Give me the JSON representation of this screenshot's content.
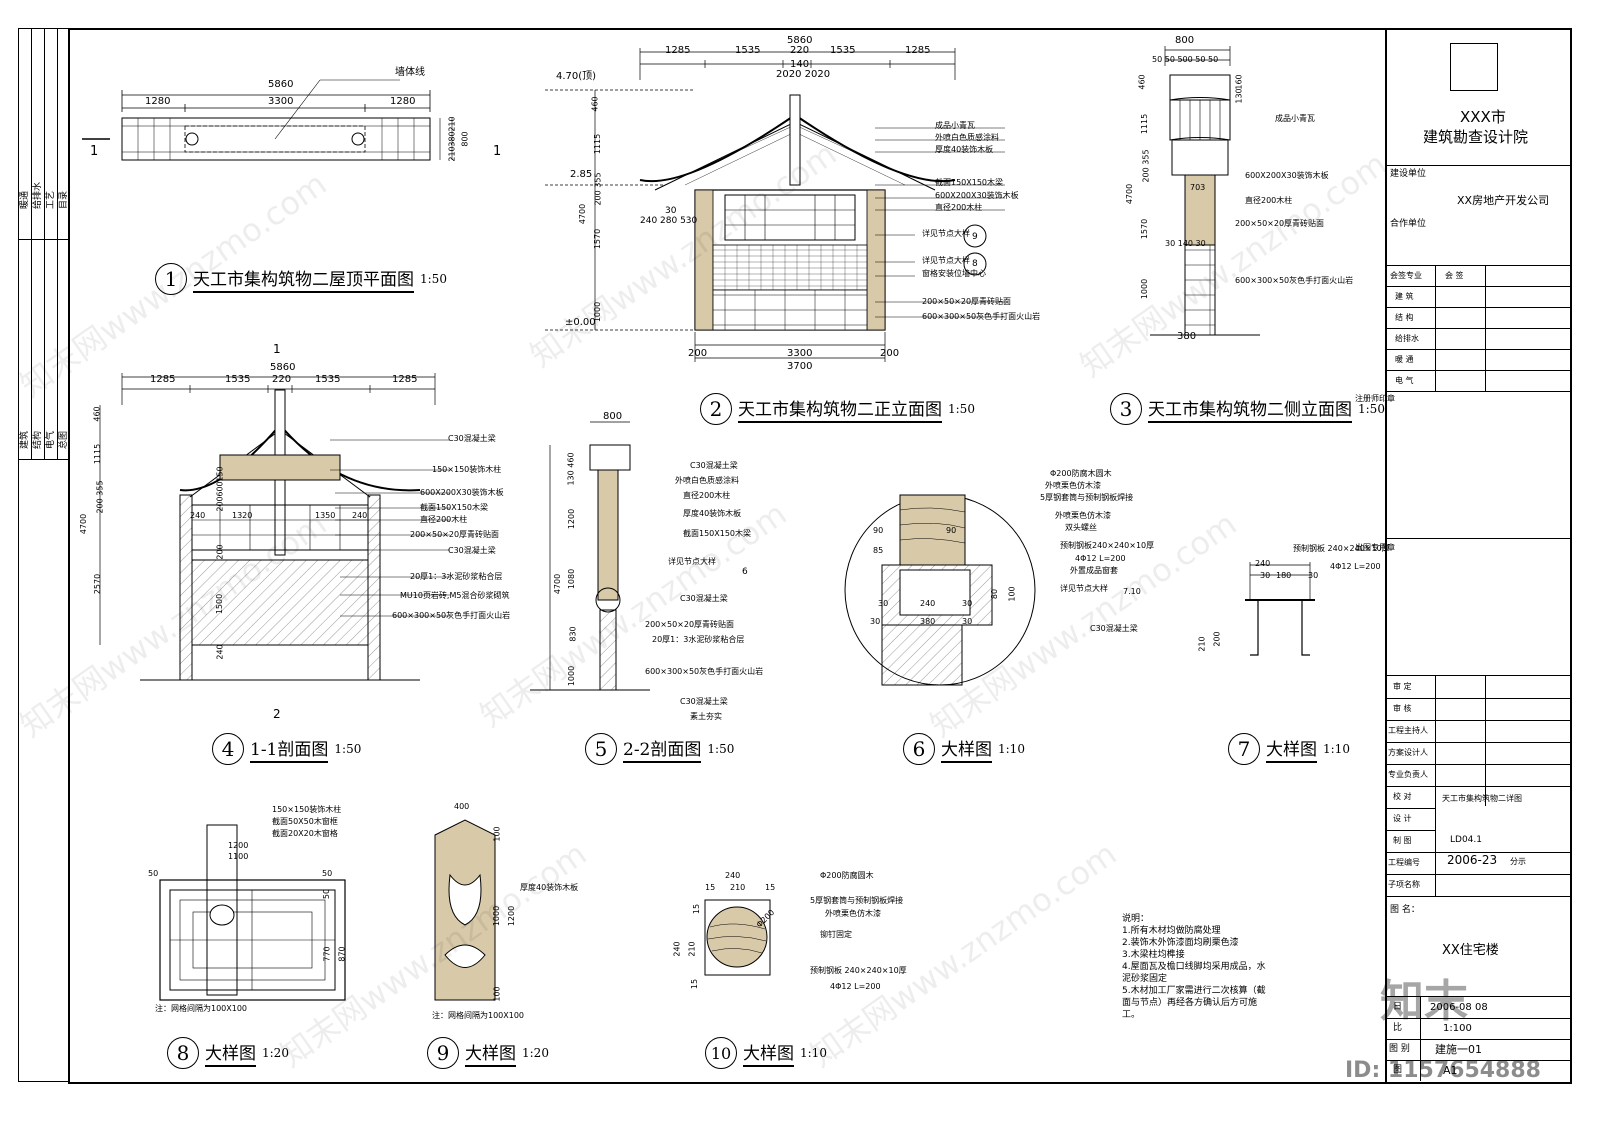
{
  "left_strip": {
    "top_labels": [
      "暖通",
      "给排水",
      "工艺",
      "目录"
    ],
    "bottom_labels": [
      "建筑",
      "结构",
      "电气",
      "总图"
    ]
  },
  "views": [
    {
      "num": "1",
      "title": "天工市集构筑物二屋顶平面图",
      "scale": "1:50"
    },
    {
      "num": "2",
      "title": "天工市集构筑物二正立面图",
      "scale": "1:50"
    },
    {
      "num": "3",
      "title": "天工市集构筑物二侧立面图",
      "scale": "1:50"
    },
    {
      "num": "4",
      "title": "1-1剖面图",
      "scale": "1:50"
    },
    {
      "num": "5",
      "title": "2-2剖面图",
      "scale": "1:50"
    },
    {
      "num": "6",
      "title": "大样图",
      "scale": "1:10"
    },
    {
      "num": "7",
      "title": "大样图",
      "scale": "1:10"
    },
    {
      "num": "8",
      "title": "大样图",
      "scale": "1:20"
    },
    {
      "num": "9",
      "title": "大样图",
      "scale": "1:20"
    },
    {
      "num": "10",
      "title": "大样图",
      "scale": "1:10"
    }
  ],
  "plan": {
    "dims": {
      "total": "5860",
      "left": "1280",
      "mid": "3300",
      "right": "1280",
      "side1": "210",
      "side2": "380",
      "side3": "210",
      "side_total": "800"
    },
    "wall_label": "墙体线",
    "section_mark": "1"
  },
  "front": {
    "top_dims": {
      "total": "5860",
      "d1": "1285",
      "d2": "1535",
      "d3": "220",
      "d4": "1535",
      "d5": "1285",
      "d6": "140",
      "d7": "2020 2020"
    },
    "levels": {
      "top": "4.70(顶)",
      "eave": "2.85",
      "ground": "±0.00"
    },
    "left_dims": [
      "460",
      "1115",
      "200 355",
      "4700",
      "1570",
      "1000"
    ],
    "small_dims": "240 280  530",
    "small_dim2": "30",
    "bottom_dims": {
      "left": "200",
      "mid": "3300",
      "right": "200",
      "total": "3700"
    },
    "callouts": [
      "成品小青瓦",
      "外喷白色质感涂料",
      "厚度40装饰木板",
      "截面150X150木梁",
      "600X200X30装饰木板",
      "直径200木柱",
      "详见节点大样",
      "详见节点大样",
      "窗格安装位墙中心",
      "200×50×20厚青砖贴面",
      "600×300×50灰色手打面火山岩"
    ],
    "detail_refs": [
      "9",
      "8"
    ]
  },
  "side": {
    "top_dims": {
      "total": "800",
      "parts": "50 50  500  50 50"
    },
    "right_dims": [
      "160",
      "130"
    ],
    "left_dims": [
      "460",
      "1115",
      "200 355",
      "4700",
      "1570",
      "1000"
    ],
    "small": [
      "703",
      "30 140 30"
    ],
    "bottom_dim": "380",
    "callouts": [
      "成品小青瓦",
      "600X200X30装饰木板",
      "直径200木柱",
      "200×50×20厚青砖贴面",
      "600×300×50灰色手打面火山岩"
    ]
  },
  "sec11": {
    "top_dims": {
      "total": "5860",
      "d1": "1285",
      "d2": "1535",
      "d3": "220",
      "d4": "1535",
      "d5": "1285"
    },
    "left_dims": [
      "460",
      "1115",
      "200 355",
      "4700",
      "2570"
    ],
    "inner_dims": [
      "150",
      "600",
      "200",
      "240",
      "1320",
      "1350",
      "240",
      "1500",
      "200",
      "240"
    ],
    "callouts": [
      "C30混凝土梁",
      "150×150装饰木柱",
      "600X200X30装饰木板",
      "截面150X150木梁",
      "直径200木柱",
      "200×50×20厚青砖贴面",
      "C30混凝土梁",
      "20厚1：3水泥砂浆粘合层",
      "MU10页岩砖,M5混合砂浆砌筑",
      "600×300×50灰色手打面火山岩"
    ],
    "marks": [
      "1",
      "2"
    ]
  },
  "sec22": {
    "top_dim": "800",
    "left_dims": [
      "130 460",
      "1200",
      "4700",
      "1080",
      "830",
      "1000"
    ],
    "callouts": [
      "C30混凝土梁",
      "外喷白色质感涂料",
      "直径200木柱",
      "厚度40装饰木板",
      "截面150X150木梁",
      "详见节点大样",
      "C30混凝土梁",
      "200×50×20厚青砖贴面",
      "20厚1：3水泥砂浆粘合层",
      "600×300×50灰色手打面火山岩",
      "C30混凝土梁",
      "素土夯实"
    ],
    "detail_ref": "6"
  },
  "det6": {
    "dims": [
      "90",
      "90",
      "85",
      "30",
      "240",
      "30",
      "80",
      "100",
      "30",
      "380",
      "30"
    ],
    "callouts": [
      "Φ200防腐木圆木",
      "外喷栗色仿木漆",
      "5厚钢套筒与预制钢板焊接",
      "外喷栗色仿木漆",
      "双头螺丝",
      "预制钢板240×240×10厚",
      "4Φ12 L=200",
      "外置成品窗套",
      "详见节点大样",
      "C30混凝土梁"
    ],
    "detail_ref": "7.10"
  },
  "det7": {
    "dims": [
      "240",
      "30",
      "180",
      "30",
      "210",
      "200"
    ],
    "callouts": [
      "预制钢板 240×240×10厚",
      "4Φ12 L=200"
    ]
  },
  "det8": {
    "dims": [
      "1200",
      "1100",
      "50",
      "50",
      "50",
      "770",
      "870"
    ],
    "callouts": [
      "150×150装饰木柱",
      "截面50X50木窗框",
      "截面20X20木窗格"
    ],
    "note": "注：网格间隔为100X100"
  },
  "det9": {
    "dims": [
      "400",
      "100",
      "100",
      "1000",
      "1200"
    ],
    "callouts": [
      "厚度40装饰木板"
    ],
    "note": "注：网格间隔为100X100"
  },
  "det10": {
    "dims": [
      "240",
      "15",
      "210",
      "15",
      "15",
      "240",
      "210",
      "15"
    ],
    "callouts": [
      "Φ200防腐圆木",
      "5厚钢套筒与预制钢板焊接",
      "外喷栗色仿木漆",
      "铆钉固定",
      "预制钢板 240×240×10厚",
      "4Φ12 L=200"
    ],
    "inner": "Φ200"
  },
  "notes": {
    "head": "说明：",
    "items": [
      "1.所有木材均做防腐处理",
      "2.装饰木外饰漆面均刷栗色漆",
      "3.木梁柱均榫接",
      "4.屋面瓦及檐口线脚均采用成品，水泥砂浆固定",
      "5.木材加工厂家需进行二次核算（截面与节点）再经各方确认后方可施工。"
    ]
  },
  "title_block": {
    "org1": "XXX市",
    "org2": "建筑勘查设计院",
    "build_unit_label": "建设单位",
    "build_unit": "XX房地产开发公司",
    "coop_label": "合作单位",
    "sign_head": [
      "会签专业",
      "会  签"
    ],
    "disciplines": [
      "建    筑",
      "结    构",
      "给排水",
      "暖    通",
      "电    气"
    ],
    "reg_seal": "注册师印章",
    "out_seal": "出图专用章",
    "roles": [
      "审    定",
      "审    核",
      "工程主持人",
      "方案设计人",
      "专业负责人",
      "校    对",
      "设    计",
      "制    图",
      "工程编号",
      "子项名称"
    ],
    "drawing_title": "天工市集构筑物二详图",
    "code": "LD04.1",
    "project_no": "2006-23",
    "fen": "分示",
    "drawing_name_label": "图    名：",
    "drawing_name": "XX住宅楼",
    "date_label": "日",
    "date": "2006-08 08",
    "scale_label": "比",
    "scale": "1:100",
    "type_label": "图    别",
    "type": "建施一01",
    "sheet_label": "图",
    "sheet": "A1"
  },
  "watermark": {
    "text": "知末网www.znzmo.com",
    "logo": "知末",
    "id": "ID: 1157654888"
  }
}
